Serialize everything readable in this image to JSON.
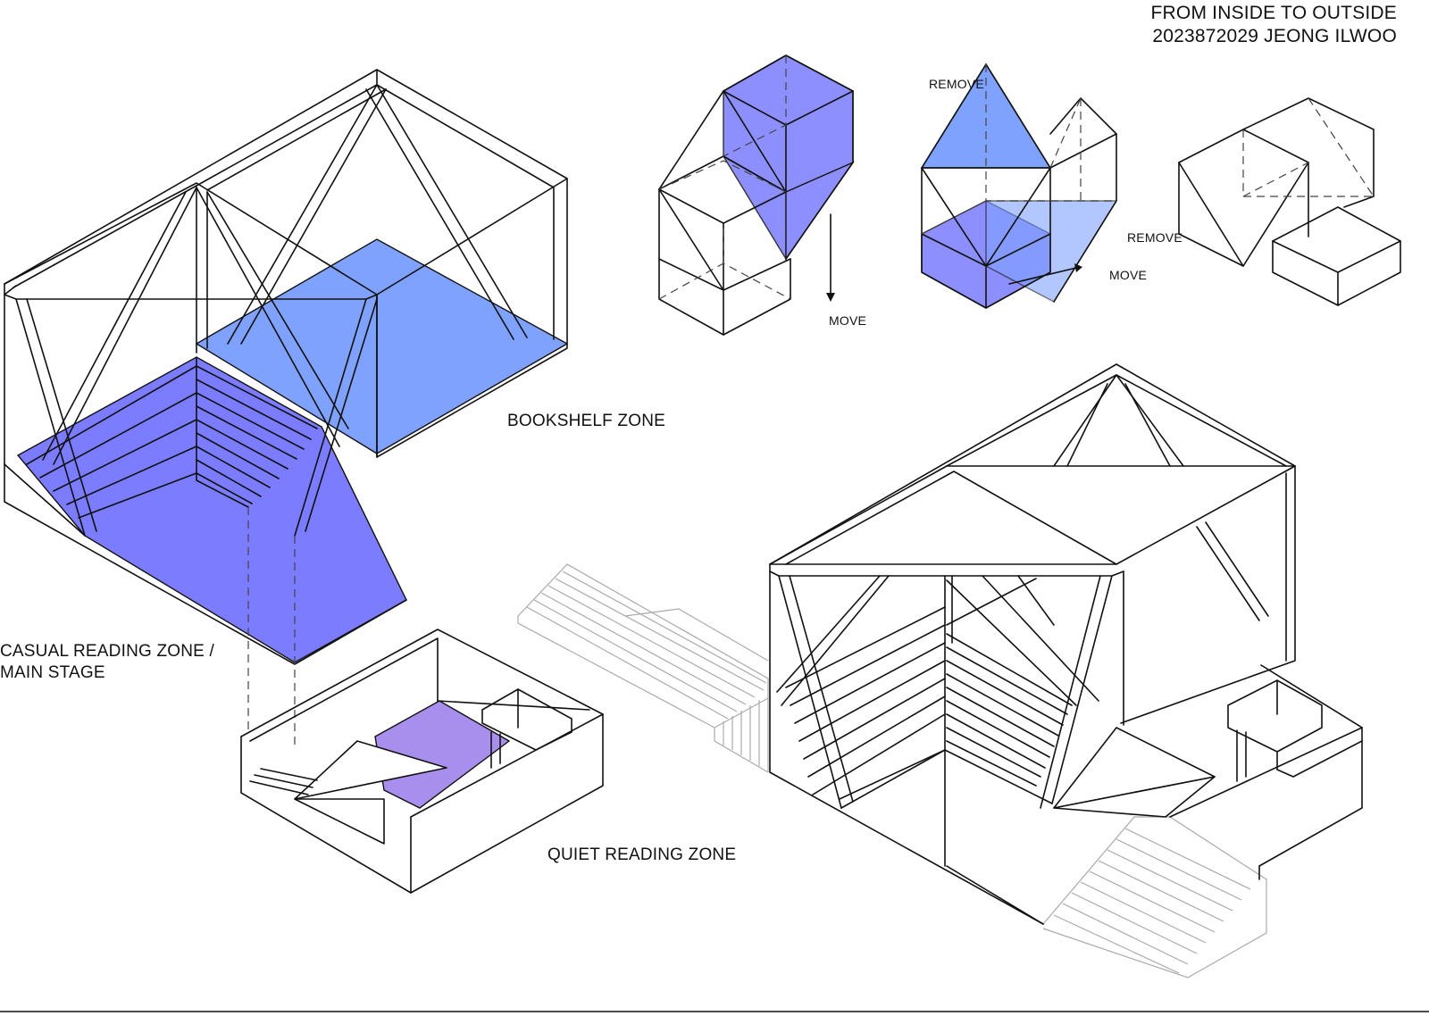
{
  "header": {
    "title_line1": "FROM INSIDE TO OUTSIDE",
    "title_line2": "2023872029 JEONG ILWOO"
  },
  "zones": {
    "bookshelf": "BOOKSHELF ZONE",
    "casual_line1": "CASUAL READING ZONE /",
    "casual_line2": "MAIN STAGE",
    "quiet": "QUIET READING ZONE"
  },
  "operations": {
    "move_1": "MOVE",
    "remove_1": "REMOVE",
    "remove_2": "REMOVE",
    "move_2": "MOVE"
  },
  "colors": {
    "light_blue": "#7fa2ff",
    "dark_blue": "#7b7cff",
    "violet": "#a88fee",
    "line": "#111111"
  }
}
